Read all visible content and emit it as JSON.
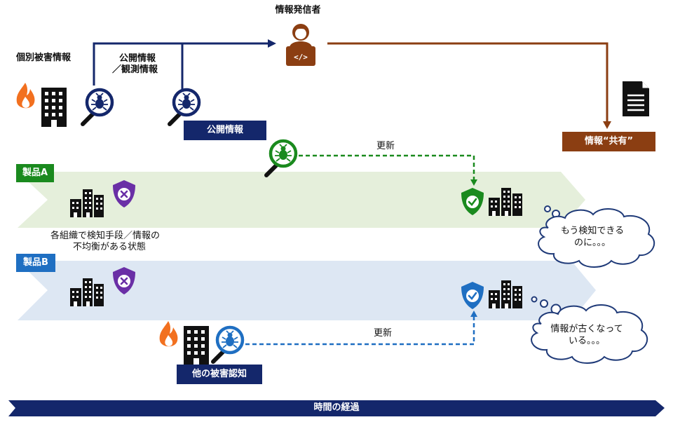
{
  "labels": {
    "publisher": "情報発信者",
    "individual_damage": "個別被害情報",
    "public_obs_line1": "公開情報",
    "public_obs_line2": "／観測情報",
    "public_info_box": "公開情報",
    "share_box": "情報“共有”",
    "update_a": "更新",
    "update_b": "更新",
    "product_a": "製品A",
    "product_b": "製品B",
    "org_state_line1": "各組織で検知手段／情報の",
    "org_state_line2": "不均衡がある状態",
    "thought_a_line1": "もう検知できる",
    "thought_a_line2": "のに。。。",
    "thought_b_line1": "情報が古くなって",
    "thought_b_line2": "いる。。。",
    "other_damage_box": "他の被害認知",
    "timeline": "時間の経過"
  },
  "colors": {
    "navy": "#14276b",
    "brown": "#8b3e12",
    "green": "#1a8a1e",
    "blue": "#1f6fc2",
    "purple": "#6a2fa6",
    "band_a": "#e5efdb",
    "band_b": "#dde7f3",
    "fire": "#f2701f"
  },
  "icons": [
    "person-laptop-icon",
    "document-icon",
    "fire-icon",
    "building-icon",
    "bug-magnifier-icon",
    "shield-x-icon",
    "shield-check-icon",
    "thought-cloud-icon"
  ]
}
